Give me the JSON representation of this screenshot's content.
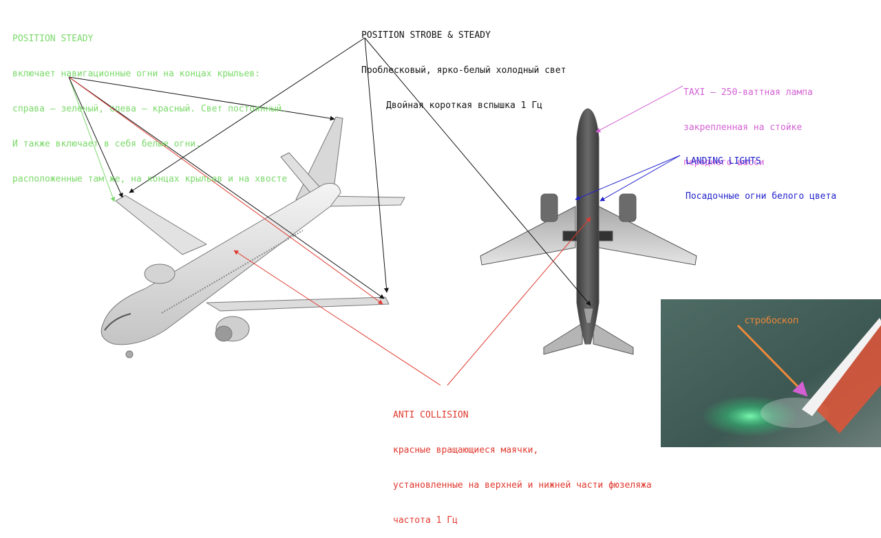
{
  "position_steady": {
    "title": "POSITION STEADY",
    "lines": [
      "включает навигационные огни на концах крыльев:",
      "справа – зеленый, слева – красный. Свет постоянный.",
      "И также включает в себя белые огни,",
      "расположенные там же, на концах крыльев и на хвосте"
    ],
    "color": "#7bd96a"
  },
  "position_strobe": {
    "title": "POSITION STROBE & STEADY",
    "lines": [
      "Проблесковый, ярко-белый холодный свет",
      "Двойная короткая вспышка 1 Гц"
    ],
    "color": "#111111"
  },
  "taxi": {
    "lines": [
      "TAXI – 250-ваттная лампа",
      "закрепленная на стойке",
      "переднего шасси"
    ],
    "color": "#d35fd3"
  },
  "landing_lights": {
    "title": "LANDING LIGHTS",
    "lines": [
      "Посадочные огни белого цвета"
    ],
    "color": "#2222cc"
  },
  "anti_collision": {
    "title": "ANTI COLLISION",
    "lines": [
      "красные вращающиеся маячки,",
      "установленные на верхней и нижней части фюзеляжа",
      "частота 1 Гц"
    ],
    "color": "#e0392f"
  },
  "strobe_photo": {
    "label": "стробоскоп",
    "accent": "#f08a3a"
  },
  "icons": {
    "left_aircraft": "airliner-3d-view-icon",
    "right_aircraft": "airliner-bottom-view-icon"
  }
}
